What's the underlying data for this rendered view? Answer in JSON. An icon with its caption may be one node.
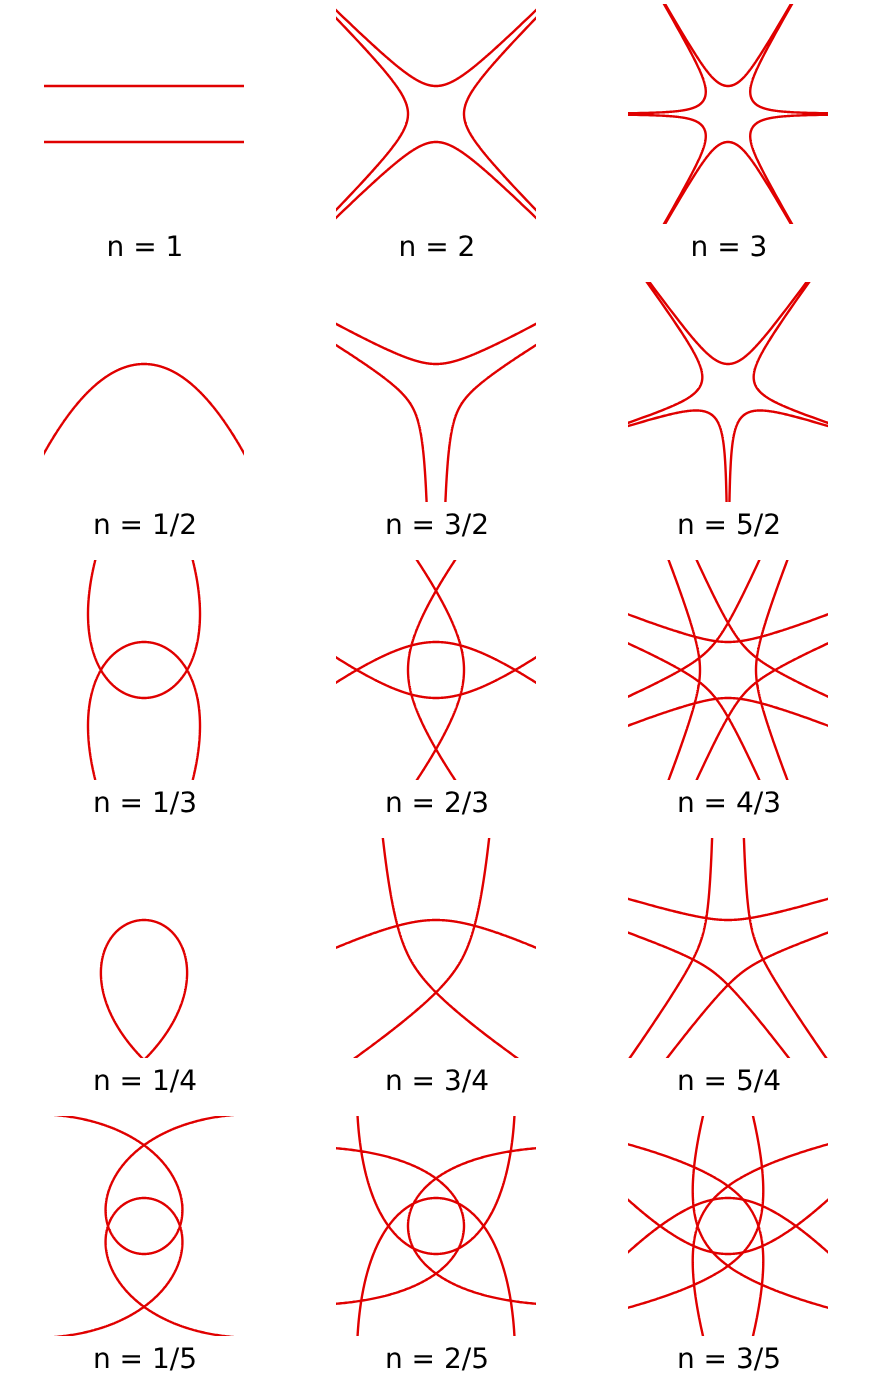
{
  "diagram": {
    "labels": [
      "n = 1",
      "n = 2",
      "n = 3",
      "n = 1/2",
      "n = 3/2",
      "n = 5/2",
      "n = 1/3",
      "n = 2/3",
      "n = 4/3",
      "n = 1/4",
      "n = 3/4",
      "n = 5/4",
      "n = 1/5",
      "n = 2/5",
      "n = 3/5"
    ]
  }
}
